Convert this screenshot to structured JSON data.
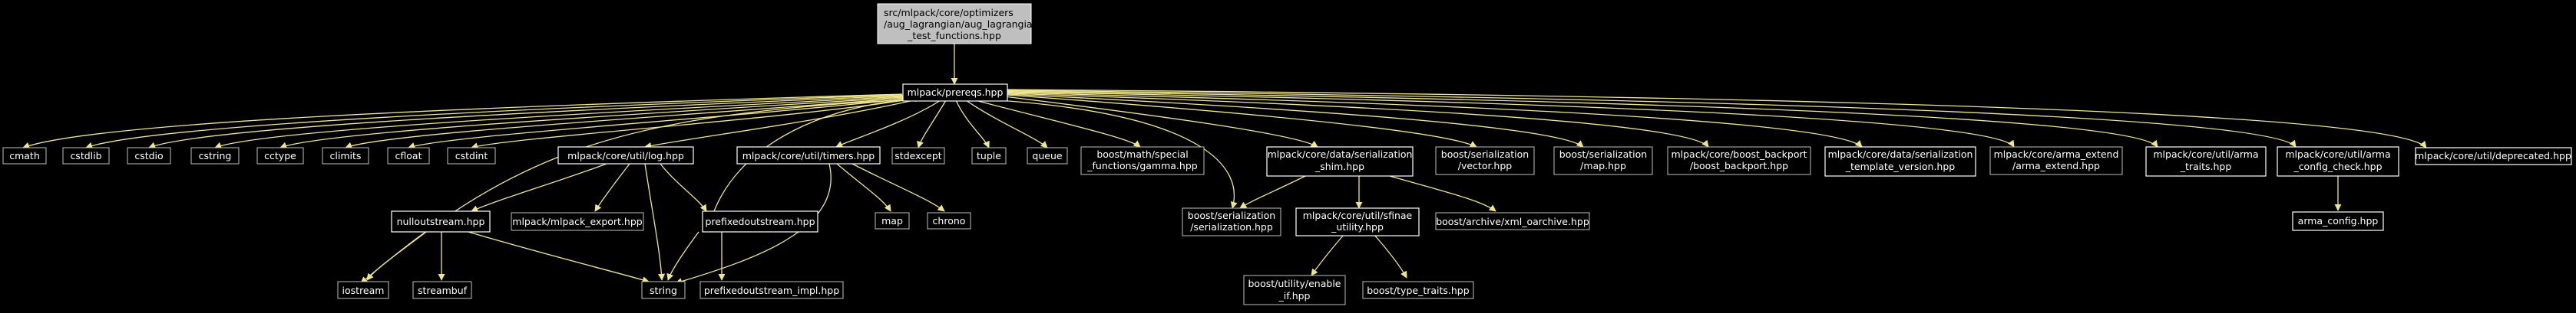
{
  "diagram": {
    "root": {
      "line1": "src/mlpack/core/optimizers",
      "line2": "/aug_lagrangian/aug_lagrangian",
      "line3": "_test_functions.hpp"
    },
    "nodes": {
      "prereqs": "mlpack/prereqs.hpp",
      "cmath": "cmath",
      "cstdlib": "cstdlib",
      "cstdio": "cstdio",
      "cstring": "cstring",
      "cctype": "cctype",
      "climits": "climits",
      "cfloat": "cfloat",
      "cstdint": "cstdint",
      "log": "mlpack/core/util/log.hpp",
      "timers": "mlpack/core/util/timers.hpp",
      "stdexcept": "stdexcept",
      "tuple": "tuple",
      "queue": "queue",
      "gamma_l1": "boost/math/special",
      "gamma_l2": "_functions/gamma.hpp",
      "serialization_shim_l1": "mlpack/core/data/serialization",
      "serialization_shim_l2": "_shim.hpp",
      "vector_l1": "boost/serialization",
      "vector_l2": "/vector.hpp",
      "map_ser_l1": "boost/serialization",
      "map_ser_l2": "/map.hpp",
      "boost_backport_l1": "mlpack/core/boost_backport",
      "boost_backport_l2": "/boost_backport.hpp",
      "template_version_l1": "mlpack/core/data/serialization",
      "template_version_l2": "_template_version.hpp",
      "arma_extend_l1": "mlpack/core/arma_extend",
      "arma_extend_l2": "/arma_extend.hpp",
      "arma_traits_l1": "mlpack/core/util/arma",
      "arma_traits_l2": "_traits.hpp",
      "arma_config_check_l1": "mlpack/core/util/arma",
      "arma_config_check_l2": "_config_check.hpp",
      "deprecated": "mlpack/core/util/deprecated.hpp",
      "nulloutstream": "nulloutstream.hpp",
      "mlpack_export": "mlpack/mlpack_export.hpp",
      "prefixedoutstream": "prefixedoutstream.hpp",
      "map": "map",
      "chrono": "chrono",
      "serialization_l1": "boost/serialization",
      "serialization_l2": "/serialization.hpp",
      "sfinae_l1": "mlpack/core/util/sfinae",
      "sfinae_l2": "_utility.hpp",
      "xml_oarchive": "boost/archive/xml_oarchive.hpp",
      "arma_config": "arma_config.hpp",
      "iostream": "iostream",
      "streambuf": "streambuf",
      "string": "string",
      "prefixedoutstream_impl": "prefixedoutstream_impl.hpp",
      "enable_if_l1": "boost/utility/enable",
      "enable_if_l2": "_if.hpp",
      "type_traits": "boost/type_traits.hpp"
    },
    "colors": {
      "background": "#000000",
      "edge": "#f0e68c",
      "root_fill": "#bfbfbf",
      "border_strong": "#ffffff",
      "border_light": "#bfbfbf",
      "text": "#ffffff"
    }
  }
}
